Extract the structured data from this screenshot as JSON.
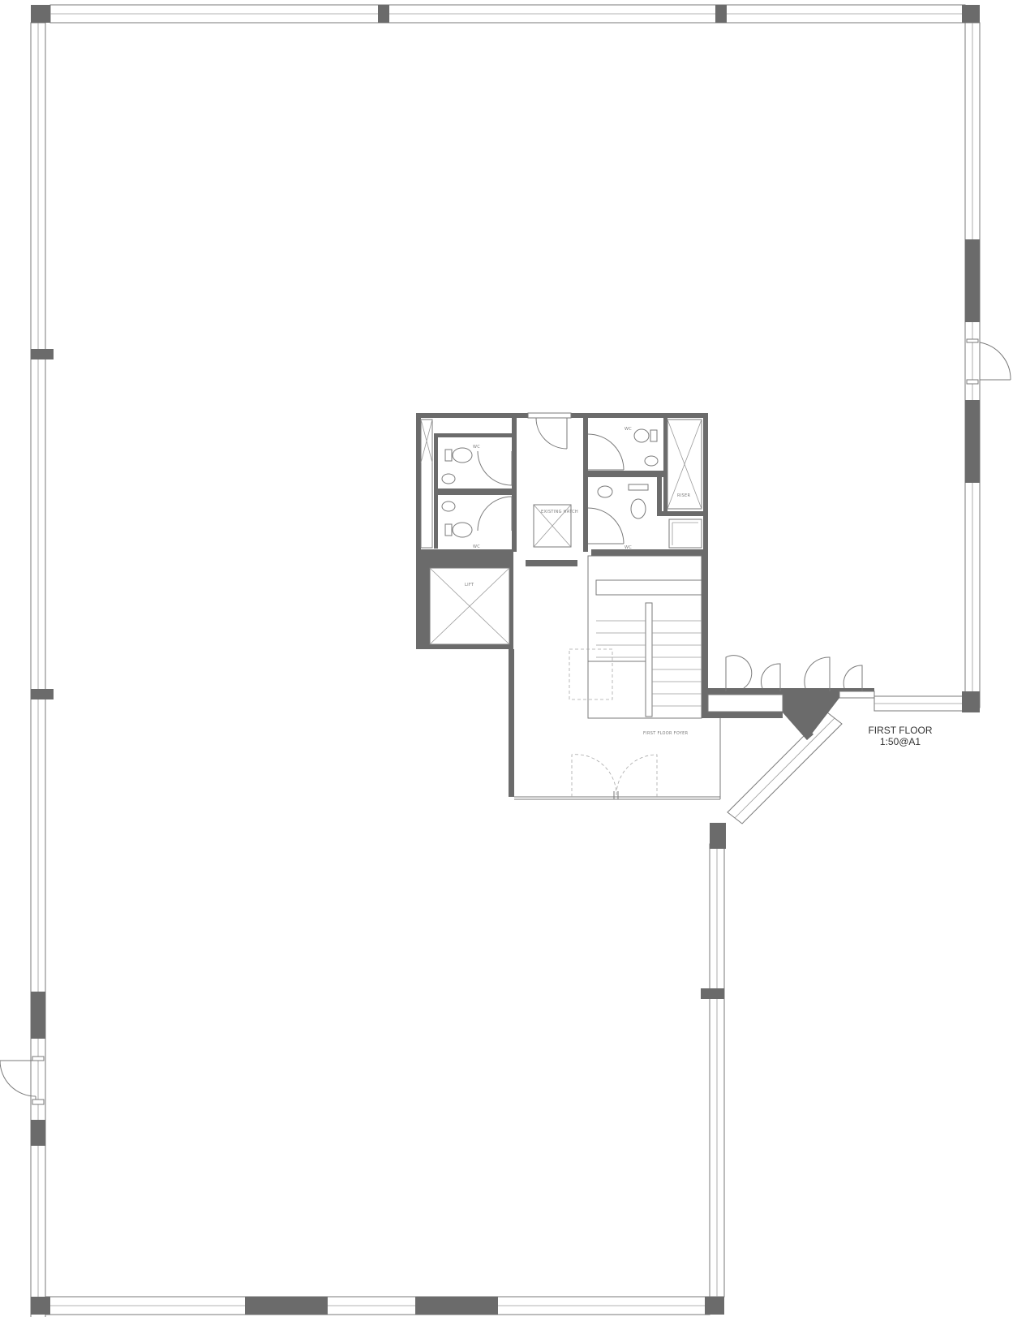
{
  "drawing": {
    "title": "FIRST FLOOR",
    "scale": "1:50@A1"
  },
  "rooms": {
    "wc_left_upper": "WC",
    "wc_left_lower": "WC",
    "wc_right_upper": "WC",
    "wc_right_lower": "WC",
    "existing_hatch": "EXISTING HATCH",
    "riser": "RISER",
    "lift": "LIFT",
    "foyer": "FIRST FLOOR FOYER"
  },
  "colors": {
    "wall": "#6b6b6b",
    "line": "#7a7a7a",
    "background": "#ffffff"
  }
}
